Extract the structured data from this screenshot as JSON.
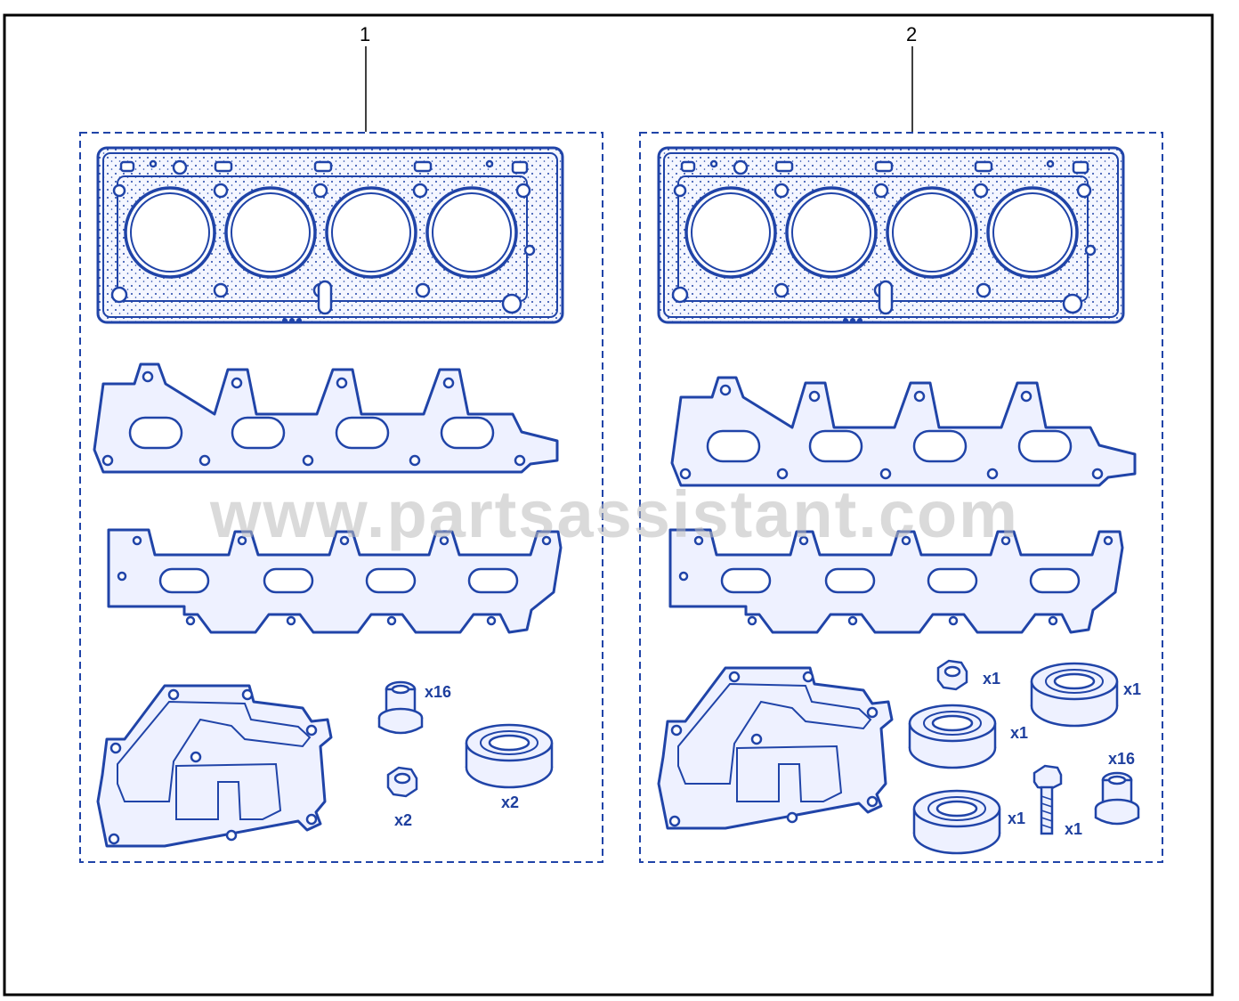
{
  "colors": {
    "line": "#2044a8",
    "text": "#1e3f9e",
    "frame": "#000000",
    "watermark": "#bdbdbd"
  },
  "watermark": "www.partsassistant.com",
  "kits": [
    {
      "ref": "1",
      "quantities": {
        "plug": "x16",
        "nut": "x2",
        "seal": "x2"
      }
    },
    {
      "ref": "2",
      "quantities": {
        "nut": "x1",
        "seal_top": "x1",
        "seal_stack": "x1",
        "seal_bottom": "x1",
        "bolt": "x1",
        "plug": "x16"
      }
    }
  ]
}
